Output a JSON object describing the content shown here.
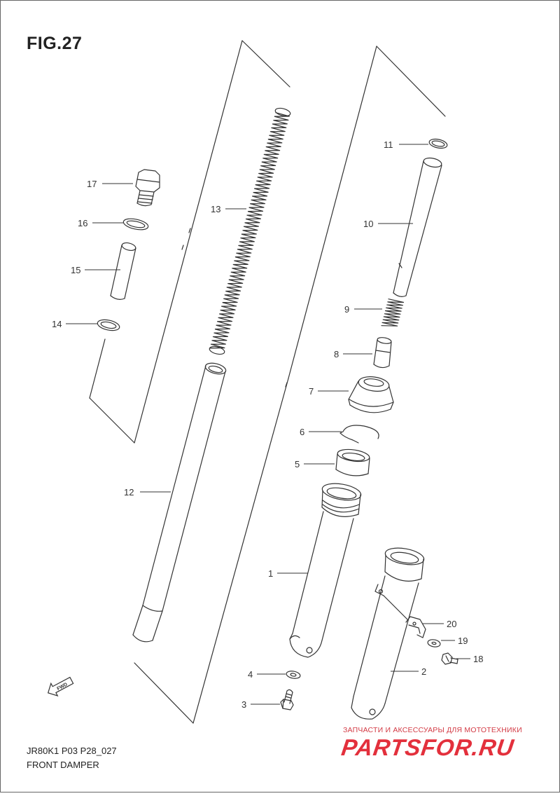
{
  "figure_title": "FIG.27",
  "model_code": "JR80K1 P03 P28_027",
  "section_name": "FRONT DAMPER",
  "fwd_label": "FWD",
  "watermark": {
    "tagline": "ЗАПЧАСТИ И АКСЕССУАРЫ ДЛЯ МОТОТЕХНИКИ",
    "logo": "PARTSFOR.RU",
    "color": "#e3303c"
  },
  "callouts": [
    {
      "ref": "1"
    },
    {
      "ref": "2"
    },
    {
      "ref": "3"
    },
    {
      "ref": "4"
    },
    {
      "ref": "5"
    },
    {
      "ref": "6"
    },
    {
      "ref": "7"
    },
    {
      "ref": "8"
    },
    {
      "ref": "9"
    },
    {
      "ref": "10"
    },
    {
      "ref": "11"
    },
    {
      "ref": "12"
    },
    {
      "ref": "13"
    },
    {
      "ref": "14"
    },
    {
      "ref": "15"
    },
    {
      "ref": "16"
    },
    {
      "ref": "17"
    },
    {
      "ref": "18"
    },
    {
      "ref": "19"
    },
    {
      "ref": "20"
    }
  ]
}
